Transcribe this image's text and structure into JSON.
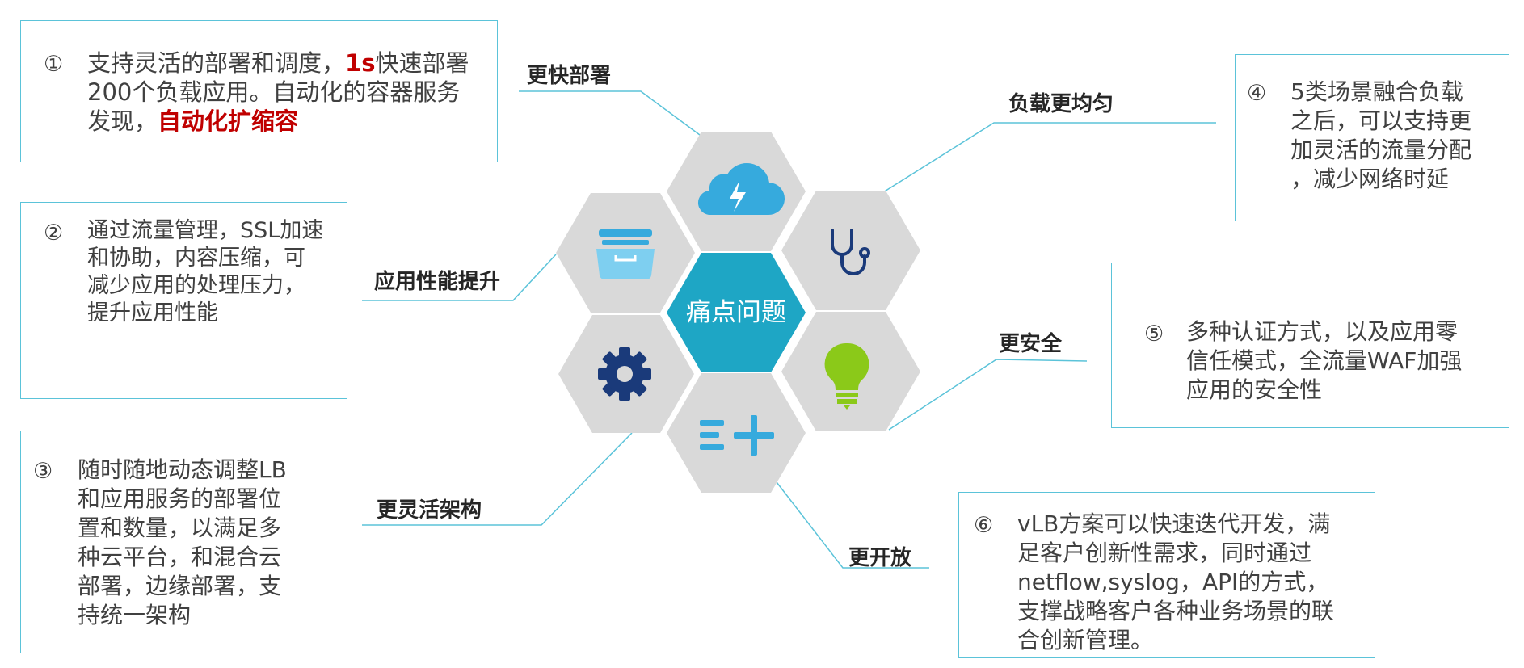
{
  "center": {
    "label": "痛点问题"
  },
  "labels": {
    "faster_deploy": "更快部署",
    "balanced_load": "负载更均匀",
    "app_performance": "应用性能提升",
    "more_secure": "更安全",
    "flexible_arch": "更灵活架构",
    "more_open": "更开放"
  },
  "boxes": {
    "b1": {
      "num": "①",
      "t1": "支持灵活的部署和调度，",
      "t1_hl": "1s",
      "t2": "快速部署",
      "t3": "200个负载应用。自动化的容器服务",
      "t4": "发现，",
      "t4_hl": "自动化扩缩容"
    },
    "b2": {
      "num": "②",
      "text": "通过流量管理，SSL加速\n和协助，内容压缩，可\n减少应用的处理压力，\n提升应用性能"
    },
    "b3": {
      "num": "③",
      "text": "随时随地动态调整LB\n和应用服务的部署位\n置和数量，以满足多\n种云平台，和混合云\n部署，边缘部署，支\n持统一架构"
    },
    "b4": {
      "num": "④",
      "text": "5类场景融合负载\n之后，可以支持更\n加灵活的流量分配\n，减少网络时延"
    },
    "b5": {
      "num": "⑤",
      "text": "多种认证方式，以及应用零\n信任模式，全流量WAF加强\n应用的安全性"
    },
    "b6": {
      "num": "⑥",
      "text": "vLB方案可以快速迭代开发，满\n足客户创新性需求，同时通过\nnetflow,syslog，API的方式，\n支撑战略客户各种业务场景的联\n合创新管理。"
    }
  },
  "icons": [
    "cloud-lightning-icon",
    "stethoscope-icon",
    "lightbulb-icon",
    "add-list-icon",
    "gear-icon",
    "tray-icon"
  ],
  "colors": {
    "border": "#5bc3d9",
    "center_hex": "#1ea6c5",
    "hex_fill": "#d9d9d9",
    "highlight": "#c00000",
    "icon_blue": "#36aadd",
    "icon_navy": "#1a3a7a",
    "icon_green": "#8bc919"
  }
}
